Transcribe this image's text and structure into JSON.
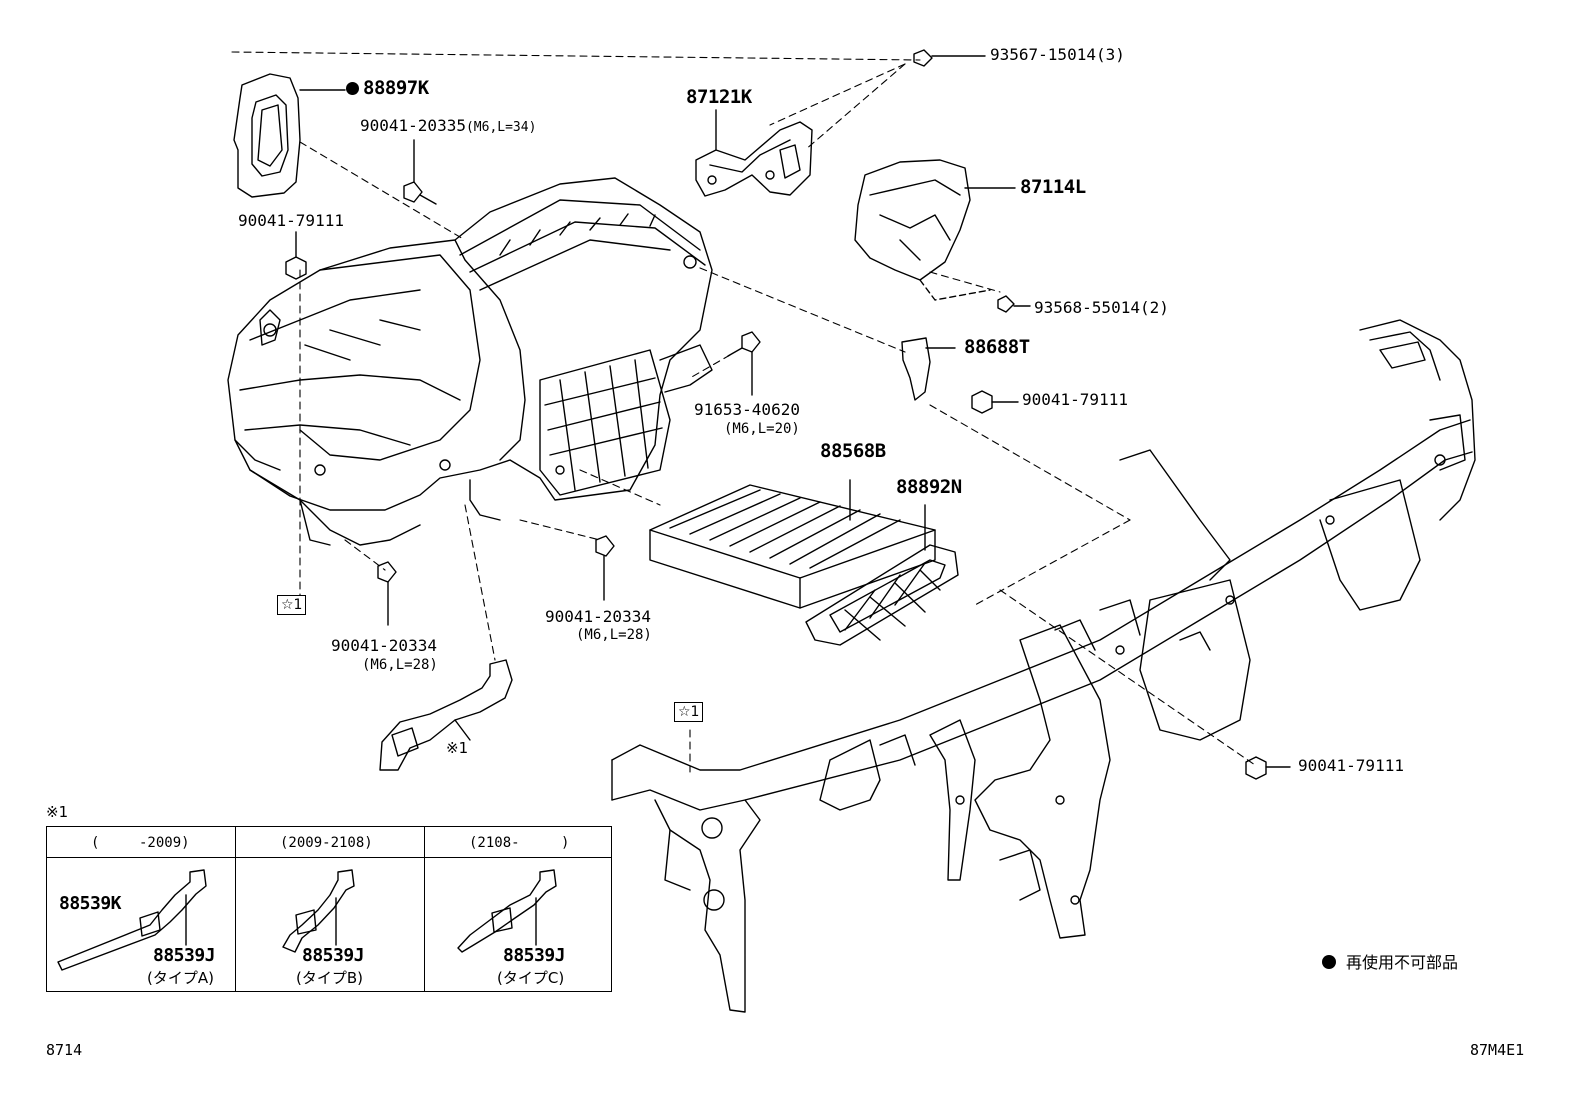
{
  "callouts": {
    "c_88897K": "88897K",
    "c_90041_20335": "90041-20335",
    "c_90041_20335_spec": "(M6,L=34)",
    "c_90041_79111_a": "90041-79111",
    "c_87121K": "87121K",
    "c_93567": "93567-15014(3)",
    "c_87114L": "87114L",
    "c_93568": "93568-55014(2)",
    "c_88688T": "88688T",
    "c_90041_79111_b": "90041-79111",
    "c_91653": "91653-40620",
    "c_91653_spec": "(M6,L=20)",
    "c_88568B": "88568B",
    "c_88892N": "88892N",
    "c_90041_20334_a": "90041-20334",
    "c_90041_20334_a_spec": "(M6,L=28)",
    "c_90041_20334_b": "90041-20334",
    "c_90041_20334_b_spec": "(M6,L=28)",
    "c_90041_79111_c": "90041-79111",
    "ref_star1_a": "☆1",
    "ref_star1_b": "☆1",
    "ref_note1": "※1"
  },
  "variants": {
    "marker": "※1",
    "columns": [
      {
        "header_open": "(",
        "header_text": "-2009)",
        "part_a": "88539K",
        "part_b": "88539J",
        "type": "(タイプA)"
      },
      {
        "header_open": "",
        "header_text": "(2009-2108)",
        "part_a": "",
        "part_b": "88539J",
        "type": "(タイプB)"
      },
      {
        "header_open": "",
        "header_text": "(2108-",
        "header_close": ")",
        "part_a": "",
        "part_b": "88539J",
        "type": "(タイプC)"
      }
    ]
  },
  "legend": {
    "text": "再使用不可部品"
  },
  "footer": {
    "left": "8714",
    "right": "87M4E1"
  }
}
